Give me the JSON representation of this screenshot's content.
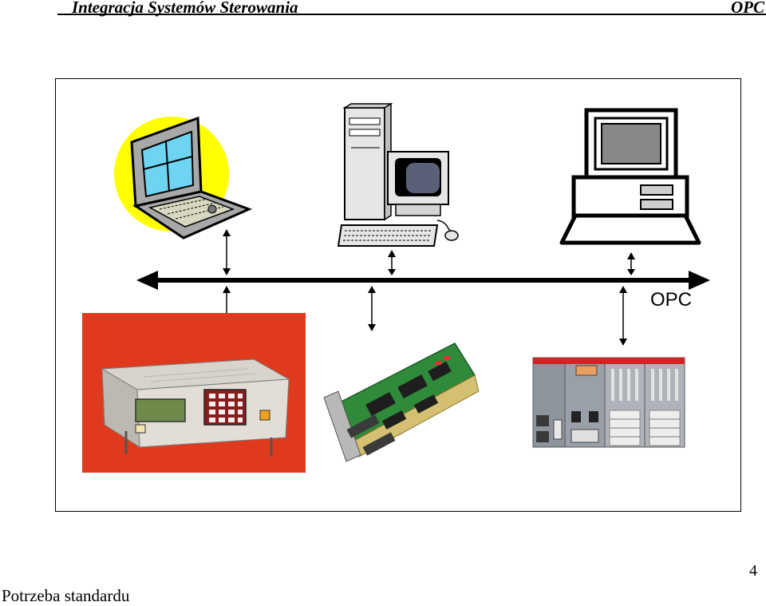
{
  "header": {
    "title": "Integracja Systemów Sterowania",
    "right": "OPC"
  },
  "diagram": {
    "bus_label": "OPC",
    "top_devices": [
      "laptop-icon",
      "desktop-pc-icon",
      "terminal-computer-icon"
    ],
    "bottom_devices": [
      "industrial-controller-photo",
      "interface-card-photo",
      "plc-module-photo"
    ]
  },
  "footer": {
    "title": "Potrzeba standardu",
    "page_number": "4"
  }
}
